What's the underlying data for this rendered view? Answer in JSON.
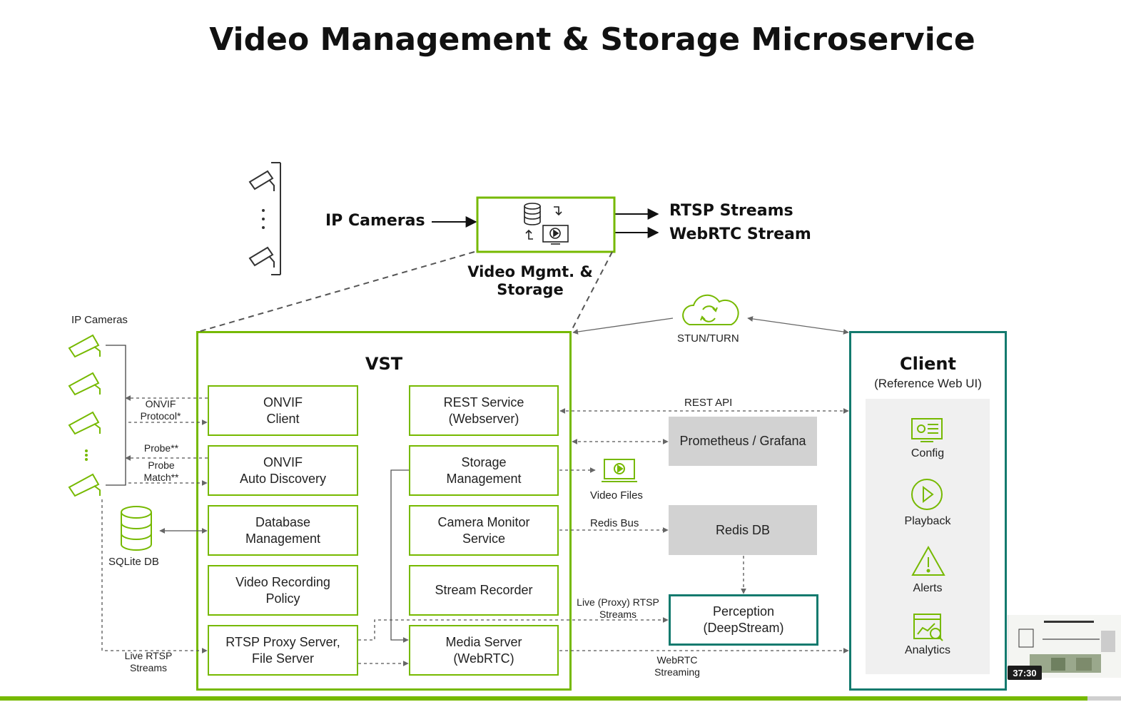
{
  "title": "Video Management & Storage Microservice",
  "overview": {
    "ip_cameras": "IP Cameras",
    "rtsp_streams": "RTSP Streams",
    "webrtc_stream": "WebRTC Stream",
    "vms_label": "Video Mgmt. &\nStorage"
  },
  "left": {
    "ip_cameras": "IP Cameras",
    "onvif_protocol": "ONVIF\nProtocol*",
    "probe": "Probe**",
    "probe_match": "Probe\nMatch**",
    "sqlite": "SQLite DB",
    "live_rtsp": "Live RTSP\nStreams"
  },
  "vst": {
    "title": "VST",
    "modules": {
      "onvif_client": "ONVIF\nClient",
      "onvif_discovery": "ONVIF\nAuto Discovery",
      "database_mgmt": "Database\nManagement",
      "video_recording_policy": "Video Recording\nPolicy",
      "rtsp_proxy": "RTSP Proxy Server,\nFile Server",
      "rest_service": "REST Service\n(Webserver)",
      "storage_mgmt": "Storage\nManagement",
      "camera_monitor": "Camera Monitor\nService",
      "stream_recorder": "Stream Recorder",
      "media_server": "Media Server\n(WebRTC)"
    }
  },
  "middle": {
    "stun_turn": "STUN/TURN",
    "rest_api": "REST API",
    "prometheus": "Prometheus / Grafana",
    "video_files": "Video Files",
    "redis_bus": "Redis Bus",
    "redis_db": "Redis DB",
    "live_proxy": "Live (Proxy) RTSP\nStreams",
    "perception": "Perception\n(DeepStream)",
    "webrtc_streaming": "WebRTC\nStreaming"
  },
  "client": {
    "title": "Client",
    "subtitle": "(Reference Web UI)",
    "items": [
      {
        "label": "Config",
        "icon": "config-icon"
      },
      {
        "label": "Playback",
        "icon": "playback-icon"
      },
      {
        "label": "Alerts",
        "icon": "alerts-icon"
      },
      {
        "label": "Analytics",
        "icon": "analytics-icon"
      }
    ]
  },
  "video": {
    "timestamp": "37:30",
    "progress": 0.97
  },
  "colors": {
    "accent_green": "#76b900",
    "teal": "#137a6e",
    "gray_box": "#d2d2d2"
  }
}
